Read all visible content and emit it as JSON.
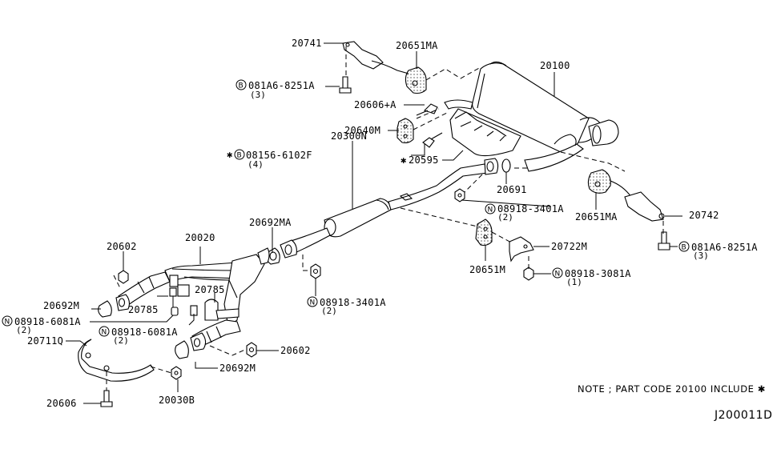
{
  "diagram": {
    "title": "Exhaust system parts diagram",
    "labels": {
      "p20741": "20741",
      "p20651MA_top": "20651MA",
      "p081A6_top": "081A6-8251A",
      "p081A6_top_qty": "(3)",
      "p20606A": "20606+A",
      "p20640M": "20640M",
      "p08156": "08156-6102F",
      "p08156_qty": "(4)",
      "p20595": "20595",
      "p20100": "20100",
      "p20691": "20691",
      "p20300N": "20300N",
      "p08918_3401A_right": "08918-3401A",
      "p08918_3401A_right_qty": "(2)",
      "p20651MA_right": "20651MA",
      "p20742": "20742",
      "p081A6_right": "081A6-8251A",
      "p081A6_right_qty": "(3)",
      "p20722M": "20722M",
      "p20651M": "20651M",
      "p08918_3081A": "08918-3081A",
      "p08918_3081A_qty": "(1)",
      "p20692MA": "20692MA",
      "p08918_3401A_mid": "08918-3401A",
      "p08918_3401A_mid_qty": "(2)",
      "p20602_left": "20602",
      "p20020": "20020",
      "p20692M_left": "20692M",
      "p20785_left": "20785",
      "p20785_right": "20785",
      "p08918_6081A_left": "08918-6081A",
      "p08918_6081A_left_qty": "(2)",
      "p08918_6081A_mid": "08918-6081A",
      "p08918_6081A_mid_qty": "(2)",
      "p20711Q": "20711Q",
      "p20602_right": "20602",
      "p20692M_right": "20692M",
      "p20606": "20606",
      "p20030B": "20030B"
    },
    "symbols": {
      "bolt_prefix": "B",
      "nut_prefix": "N",
      "asterisk": "✱"
    },
    "note": "NOTE ; PART CODE 20100 INCLUDE ✱",
    "diagram_code": "J200011D"
  }
}
